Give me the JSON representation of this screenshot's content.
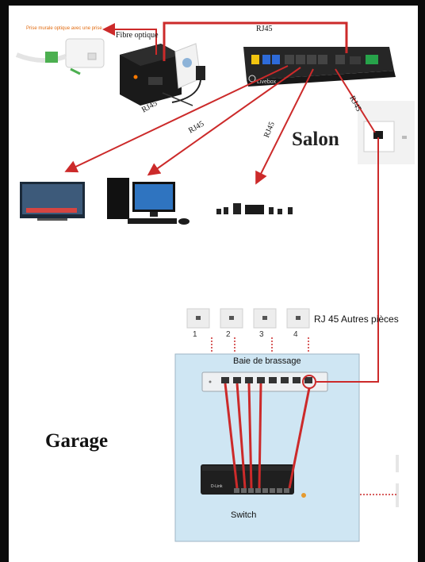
{
  "labels": {
    "prise_murale": "Prise murale optique avec une prise",
    "fibre_optique": "Fibre optique",
    "rj45_top": "RJ45",
    "rj45_tv": "RJ45",
    "rj45_pc": "RJ45",
    "rj45_speakers": "RJ45",
    "rj45_wall": "RJ45",
    "salon": "Salon",
    "garage": "Garage",
    "autres_pieces": "RJ 45 Autres pièces",
    "baie_de_brassage": "Baie de brassage",
    "switch": "Switch",
    "switch_brand": "D-Link",
    "router_brand": "Livebox"
  },
  "wall_ports": [
    "1",
    "2",
    "3",
    "4"
  ],
  "colors": {
    "cable": "#cc2a2a",
    "rack_background": "#cfe6f3",
    "orange_label": "#e26b10"
  }
}
